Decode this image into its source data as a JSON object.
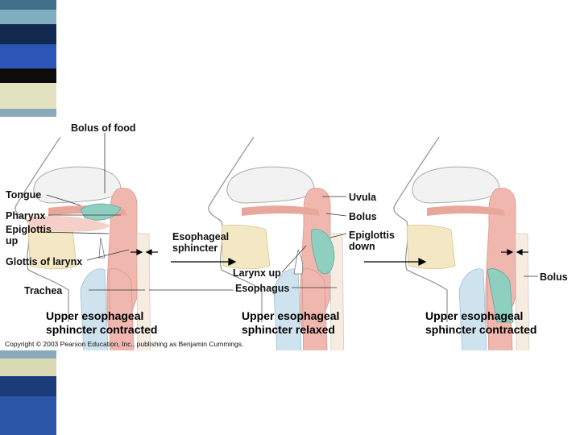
{
  "slide": {
    "stripe_colors": [
      "#3f7088",
      "#7faec0",
      "#12294f",
      "#2c56b8",
      "#0c0c0c",
      "#e2e2c2",
      "#8aaabb",
      "#d9d9b3",
      "#1b3b7a",
      "#2b56a8"
    ]
  },
  "figure": {
    "labels": {
      "bolus_of_food": "Bolus of food",
      "tongue": "Tongue",
      "pharynx": "Pharynx",
      "epiglottis_up": "Epiglottis\nup",
      "glottis_of_larynx": "Glottis of larynx",
      "trachea": "Trachea",
      "esophageal_sphincter": "Esophageal\nsphincter",
      "uvula": "Uvula",
      "bolus_mid": "Bolus",
      "epiglottis_down": "Epiglottis\ndown",
      "larynx_up": "Larynx up",
      "esophagus": "Esophagus",
      "bolus_right": "Bolus"
    },
    "captions": {
      "left": "Upper esophageal\nsphincter contracted",
      "middle": "Upper esophageal\nsphincter relaxed",
      "right": "Upper esophageal\nsphincter contracted"
    },
    "copyright": "Copyright © 2003 Pearson Education, Inc., publishing as Benjamin Cummings.",
    "colors": {
      "tissue": "#f0b7ae",
      "bolus": "#8fcfc0",
      "skull": "#f2f2f2",
      "trachea": "#cfe3ee",
      "bone": "#f3e7c4"
    }
  }
}
